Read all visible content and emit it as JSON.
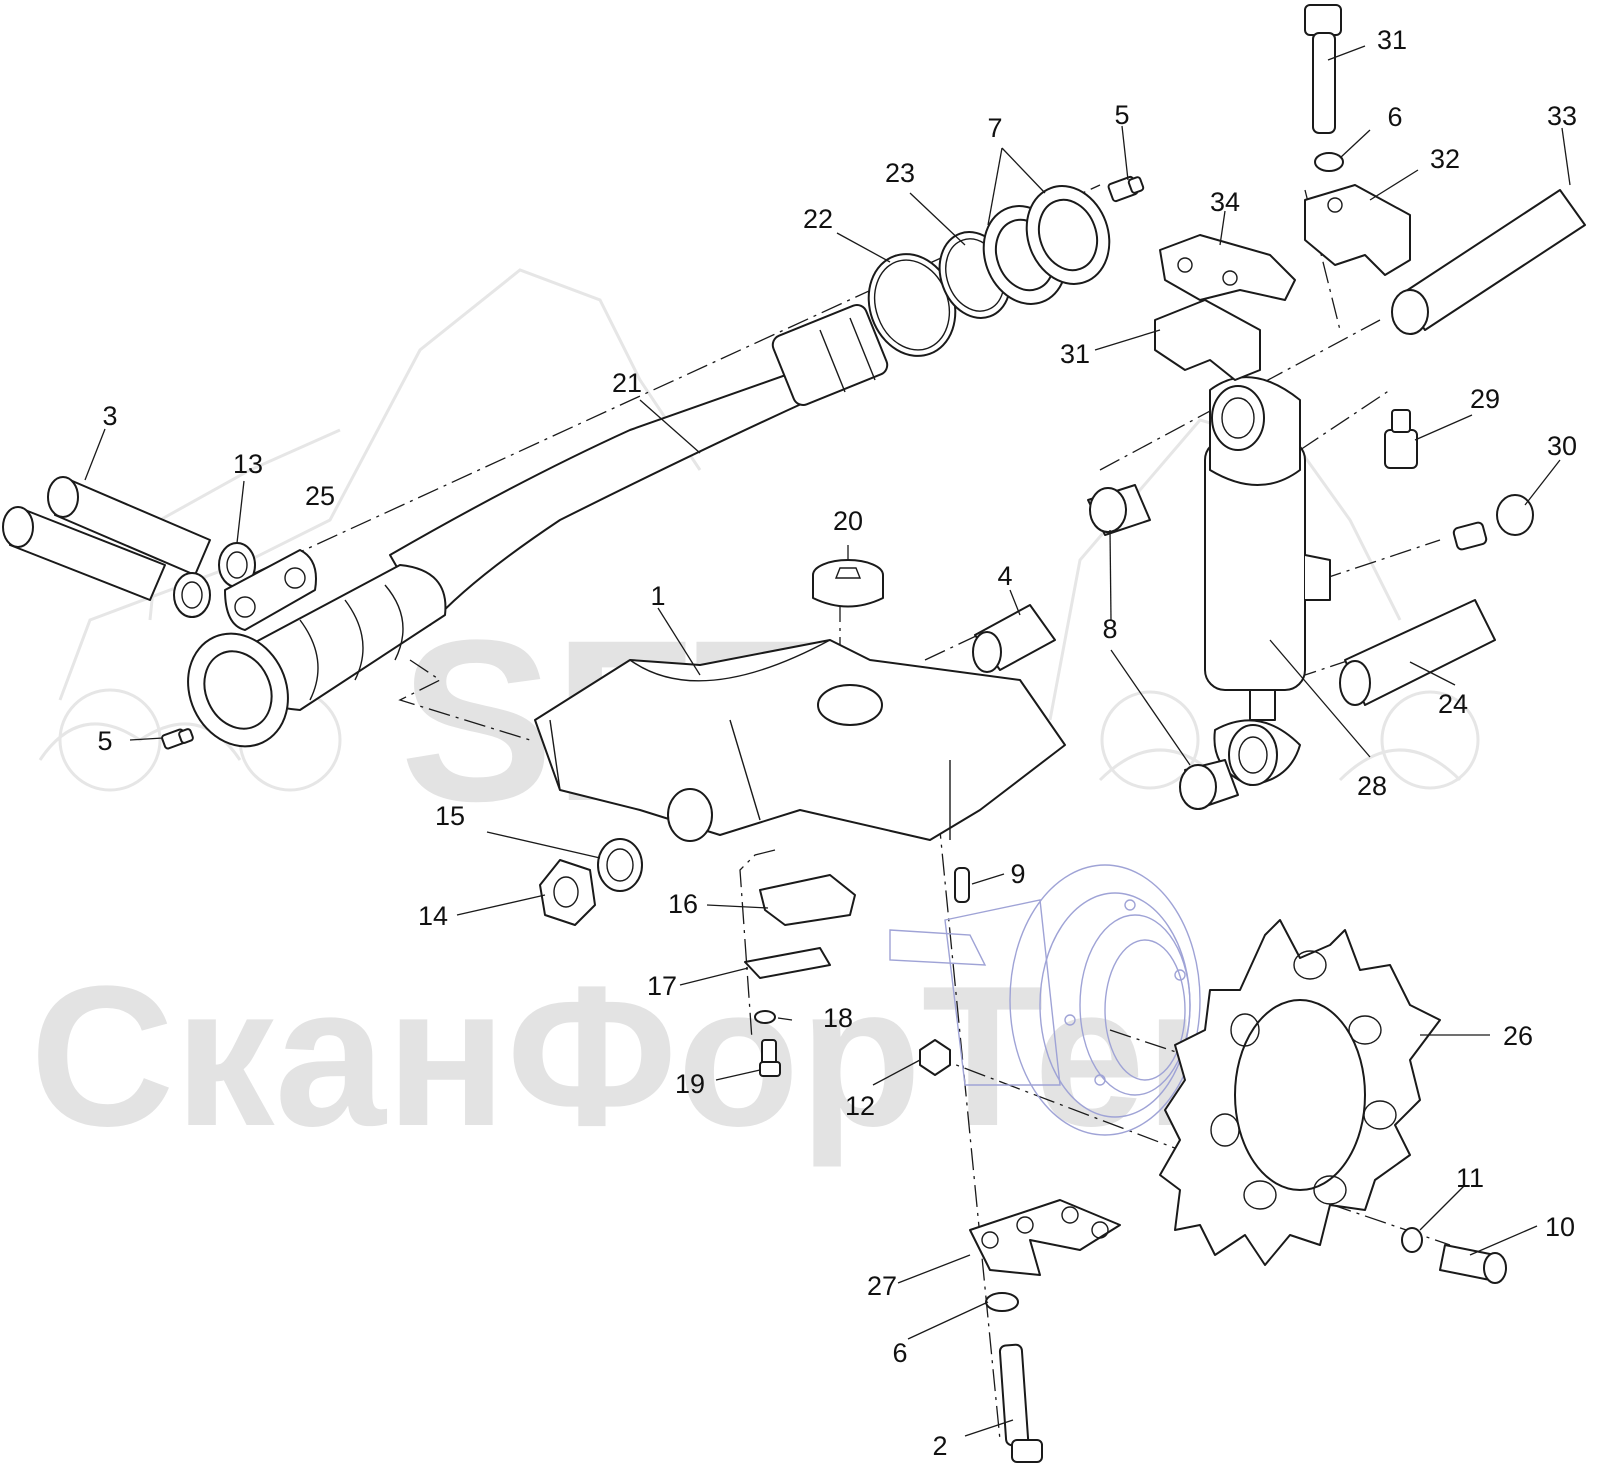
{
  "watermark": {
    "primary": "SFT",
    "secondary": "СканФорТек"
  },
  "callouts": [
    "1",
    "2",
    "3",
    "4",
    "5",
    "5",
    "6",
    "6",
    "7",
    "8",
    "8",
    "9",
    "10",
    "11",
    "12",
    "13",
    "14",
    "15",
    "16",
    "17",
    "18",
    "19",
    "20",
    "21",
    "22",
    "23",
    "24",
    "25",
    "26",
    "27",
    "28",
    "29",
    "30",
    "31",
    "31",
    "32",
    "33",
    "34"
  ]
}
